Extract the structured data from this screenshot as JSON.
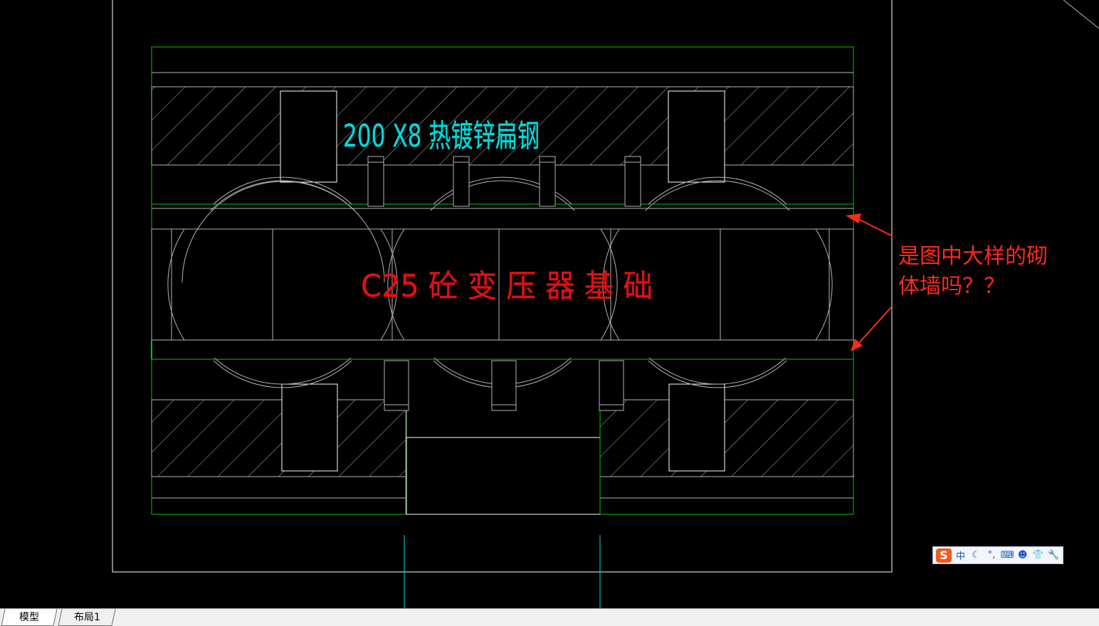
{
  "drawing": {
    "labels": {
      "flat_steel": "200 X8 热镀锌扁钢",
      "foundation": "C25 砼 变 压 器 基 础"
    },
    "colors": {
      "background": "#000000",
      "frame_outline": "#ffffff",
      "wall_outline": "#00c800",
      "hatch": "#b4b4b4",
      "cyan_text": "#00d8d8",
      "red_text": "#e01010",
      "annotation": "#ff2a1a"
    }
  },
  "annotation": {
    "line1": "是图中大样的砌",
    "line2": "体墙吗？？"
  },
  "ime_toolbar": {
    "logo": "S",
    "mode": "中",
    "buttons": [
      "☾",
      "°,",
      "⌨",
      "☻",
      "👕",
      "🔧"
    ]
  },
  "tabs": [
    {
      "label": "模型",
      "active": true
    },
    {
      "label": "布局1",
      "active": false
    }
  ]
}
